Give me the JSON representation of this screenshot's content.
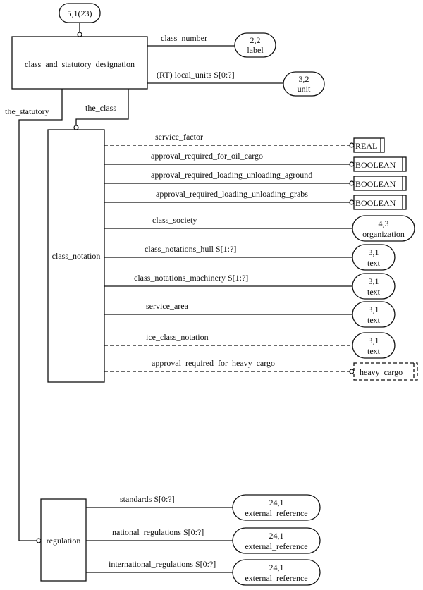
{
  "diagram": {
    "page_ref": "5,1(23)",
    "entities": {
      "main": "class_and_statutory_designation",
      "class_notation": "class_notation",
      "regulation": "regulation"
    },
    "main_attributes": [
      {
        "label": "class_number",
        "ref_num": "2,2",
        "ref_name": "label",
        "dashed": false
      },
      {
        "label": "(RT) local_units  S[0:?]",
        "ref_num": "3,2",
        "ref_name": "unit",
        "dashed": false
      }
    ],
    "relations": {
      "the_statutory": "the_statutory",
      "the_class": "the_class"
    },
    "class_notation_attributes": [
      {
        "label": "service_factor",
        "type": "simple",
        "target": "REAL",
        "dashed": true
      },
      {
        "label": "approval_required_for_oil_cargo",
        "type": "simple",
        "target": "BOOLEAN",
        "dashed": false
      },
      {
        "label": "approval_required_loading_unloading_aground",
        "type": "simple",
        "target": "BOOLEAN",
        "dashed": false
      },
      {
        "label": "approval_required_loading_unloading_grabs",
        "type": "simple",
        "target": "BOOLEAN",
        "dashed": false
      },
      {
        "label": "class_society",
        "type": "ref",
        "ref_num": "4,3",
        "ref_name": "organization",
        "dashed": false
      },
      {
        "label": "class_notations_hull  S[1:?]",
        "type": "ref",
        "ref_num": "3,1",
        "ref_name": "text",
        "dashed": false
      },
      {
        "label": "class_notations_machinery  S[1:?]",
        "type": "ref",
        "ref_num": "3,1",
        "ref_name": "text",
        "dashed": false
      },
      {
        "label": "service_area",
        "type": "ref",
        "ref_num": "3,1",
        "ref_name": "text",
        "dashed": false
      },
      {
        "label": "ice_class_notation",
        "type": "ref",
        "ref_num": "3,1",
        "ref_name": "text",
        "dashed": true
      },
      {
        "label": "approval_required_for_heavy_cargo",
        "type": "defined",
        "target": "heavy_cargo",
        "dashed": true
      }
    ],
    "regulation_attributes": [
      {
        "label": "standards  S[0:?]",
        "ref_num": "24,1",
        "ref_name": "external_reference"
      },
      {
        "label": "national_regulations  S[0:?]",
        "ref_num": "24,1",
        "ref_name": "external_reference"
      },
      {
        "label": "international_regulations  S[0:?]",
        "ref_num": "24,1",
        "ref_name": "external_reference"
      }
    ]
  }
}
